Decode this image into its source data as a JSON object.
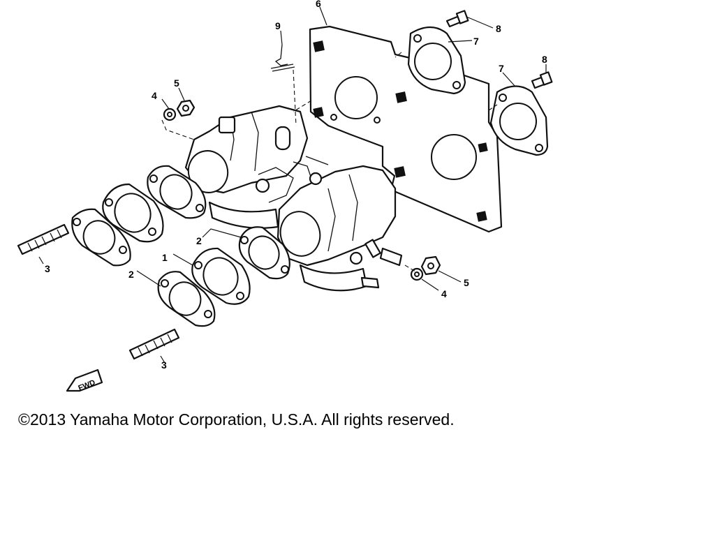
{
  "diagram": {
    "callouts": [
      {
        "id": "c6",
        "text": "6"
      },
      {
        "id": "c9",
        "text": "9"
      },
      {
        "id": "c8a",
        "text": "8"
      },
      {
        "id": "c7a",
        "text": "7"
      },
      {
        "id": "c8b",
        "text": "8"
      },
      {
        "id": "c7b",
        "text": "7"
      },
      {
        "id": "c4a",
        "text": "4"
      },
      {
        "id": "c5a",
        "text": "5"
      },
      {
        "id": "c2a",
        "text": "2"
      },
      {
        "id": "c1",
        "text": "1"
      },
      {
        "id": "c2b",
        "text": "2"
      },
      {
        "id": "c3a",
        "text": "3"
      },
      {
        "id": "c3b",
        "text": "3"
      },
      {
        "id": "c4b",
        "text": "4"
      },
      {
        "id": "c5b",
        "text": "5"
      }
    ],
    "fwd_label": "FWD"
  },
  "footer": {
    "copyright": "©2013 Yamaha Motor Corporation, U.S.A. All rights reserved."
  }
}
